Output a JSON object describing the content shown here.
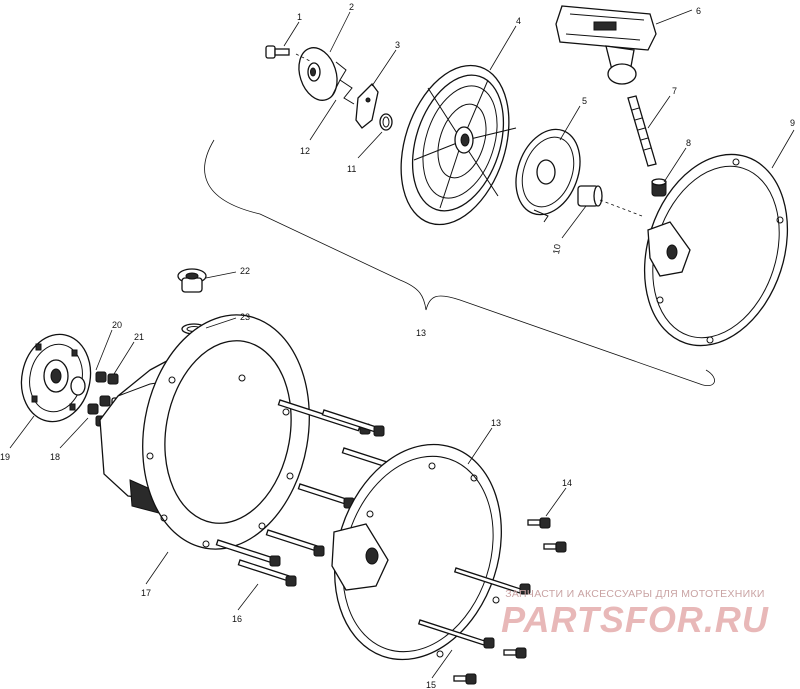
{
  "callouts": [
    {
      "id": "c1",
      "label": "1"
    },
    {
      "id": "c2",
      "label": "2"
    },
    {
      "id": "c3",
      "label": "3"
    },
    {
      "id": "c4",
      "label": "4"
    },
    {
      "id": "c5",
      "label": "5"
    },
    {
      "id": "c6",
      "label": "6"
    },
    {
      "id": "c7",
      "label": "7"
    },
    {
      "id": "c8",
      "label": "8"
    },
    {
      "id": "c9",
      "label": "9"
    },
    {
      "id": "c10",
      "label": "10"
    },
    {
      "id": "c11",
      "label": "11"
    },
    {
      "id": "c12",
      "label": "12"
    },
    {
      "id": "c13a",
      "label": "13"
    },
    {
      "id": "c13b",
      "label": "13"
    },
    {
      "id": "c14",
      "label": "14"
    },
    {
      "id": "c15",
      "label": "15"
    },
    {
      "id": "c16",
      "label": "16"
    },
    {
      "id": "c17",
      "label": "17"
    },
    {
      "id": "c18",
      "label": "18"
    },
    {
      "id": "c19",
      "label": "19"
    },
    {
      "id": "c20",
      "label": "20"
    },
    {
      "id": "c21",
      "label": "21"
    },
    {
      "id": "c22",
      "label": "22"
    },
    {
      "id": "c23",
      "label": "23"
    }
  ],
  "watermark": {
    "caption": "ЗАПЧАСТИ И АКСЕССУАРЫ ДЛЯ МОТОТЕХНИКИ",
    "brand": "PARTSFOR.RU",
    "color": "#e8b8b8"
  }
}
